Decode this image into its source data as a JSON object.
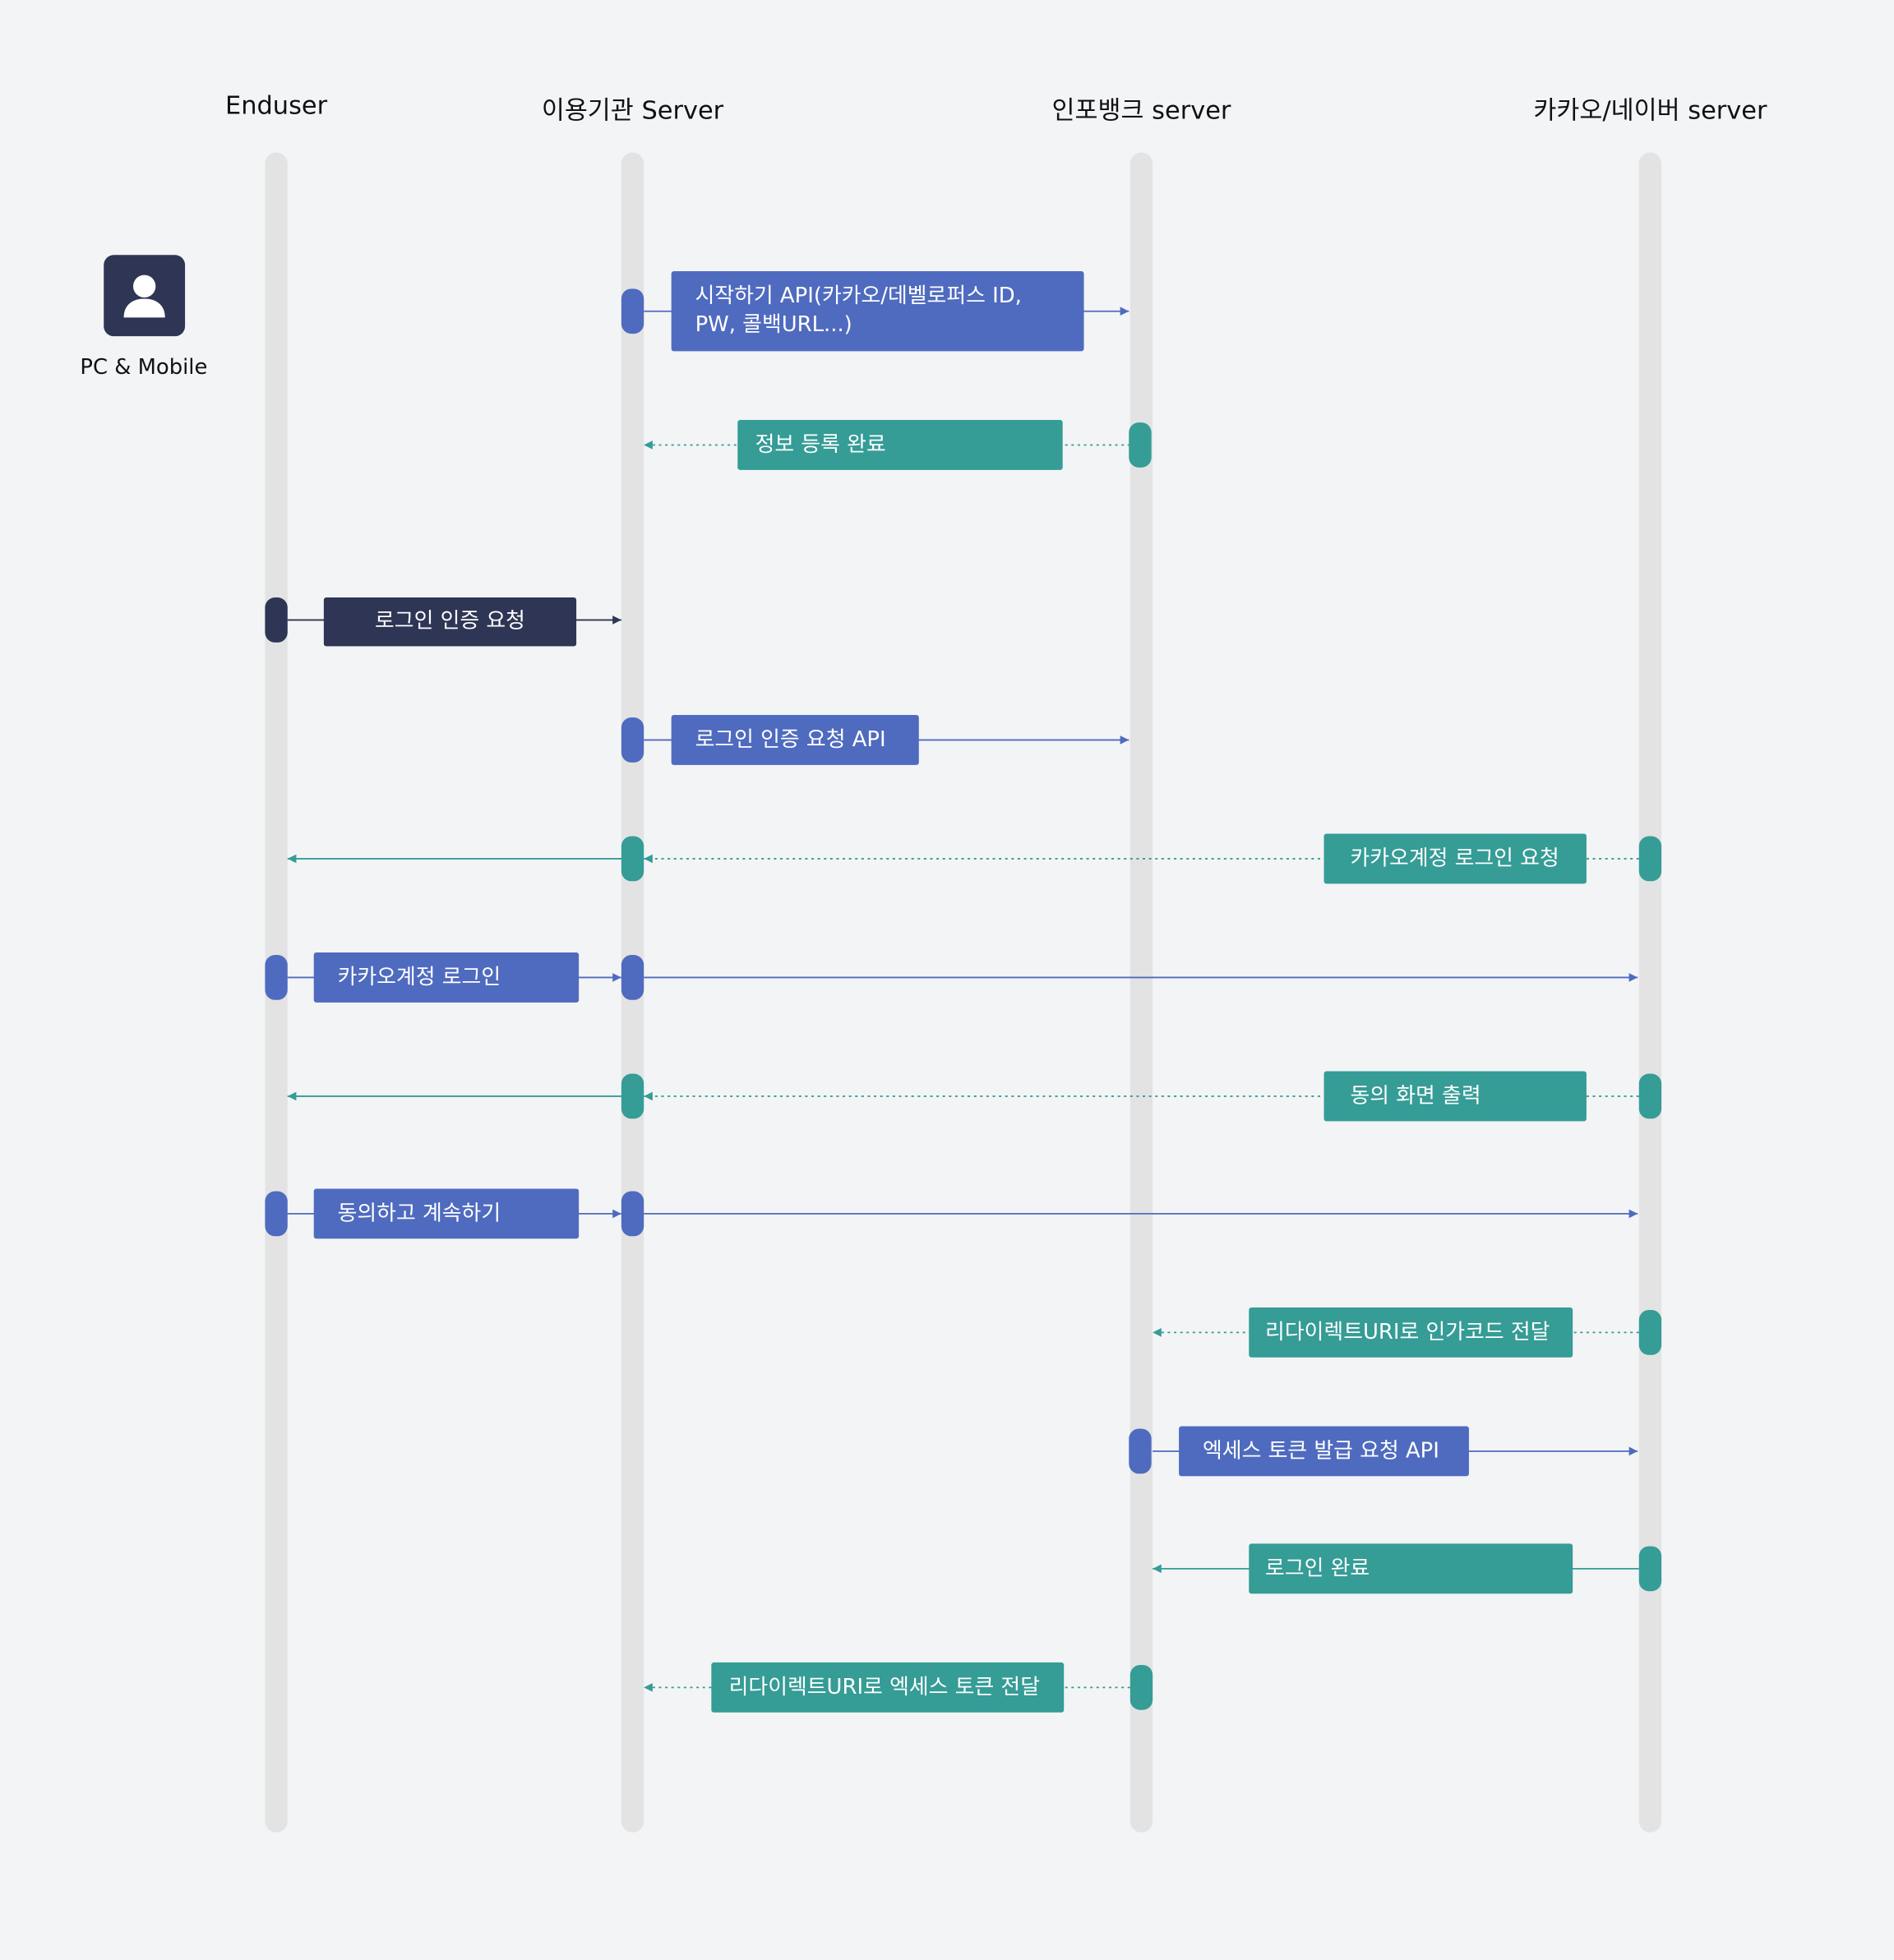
{
  "lanes": {
    "enduser": "Enduser",
    "institution": "이용기관 Server",
    "infobank": "인포뱅크 server",
    "kakao_naver": "카카오/네이버 server"
  },
  "actor": {
    "label": "PC & Mobile",
    "icon": "user-icon"
  },
  "messages": [
    {
      "text": "시작하기 API(카카오/데벨로퍼스 ID, PW, 콜백URL...)",
      "style": "request"
    },
    {
      "text": "정보 등록 완료",
      "style": "response"
    },
    {
      "text": "로그인 인증 요청",
      "style": "user-action"
    },
    {
      "text": "로그인 인증 요청 API",
      "style": "request"
    },
    {
      "text": "카카오계정 로그인 요청",
      "style": "response"
    },
    {
      "text": "카카오계정 로그인",
      "style": "request"
    },
    {
      "text": "동의 화면 출력",
      "style": "response"
    },
    {
      "text": "동의하고 계속하기",
      "style": "request"
    },
    {
      "text": "리다이렉트URI로 인가코드 전달",
      "style": "response"
    },
    {
      "text": "엑세스 토큰 발급 요청 API",
      "style": "request"
    },
    {
      "text": "로그인 완료",
      "style": "response"
    },
    {
      "text": "리다이렉트URI로 엑세스 토큰 전달",
      "style": "response"
    }
  ],
  "colors": {
    "request": "#4f6bbf",
    "response": "#359c96",
    "user_action": "#2f3554",
    "lifeline": "#e3e3e3",
    "background": "#f3f4f6"
  }
}
